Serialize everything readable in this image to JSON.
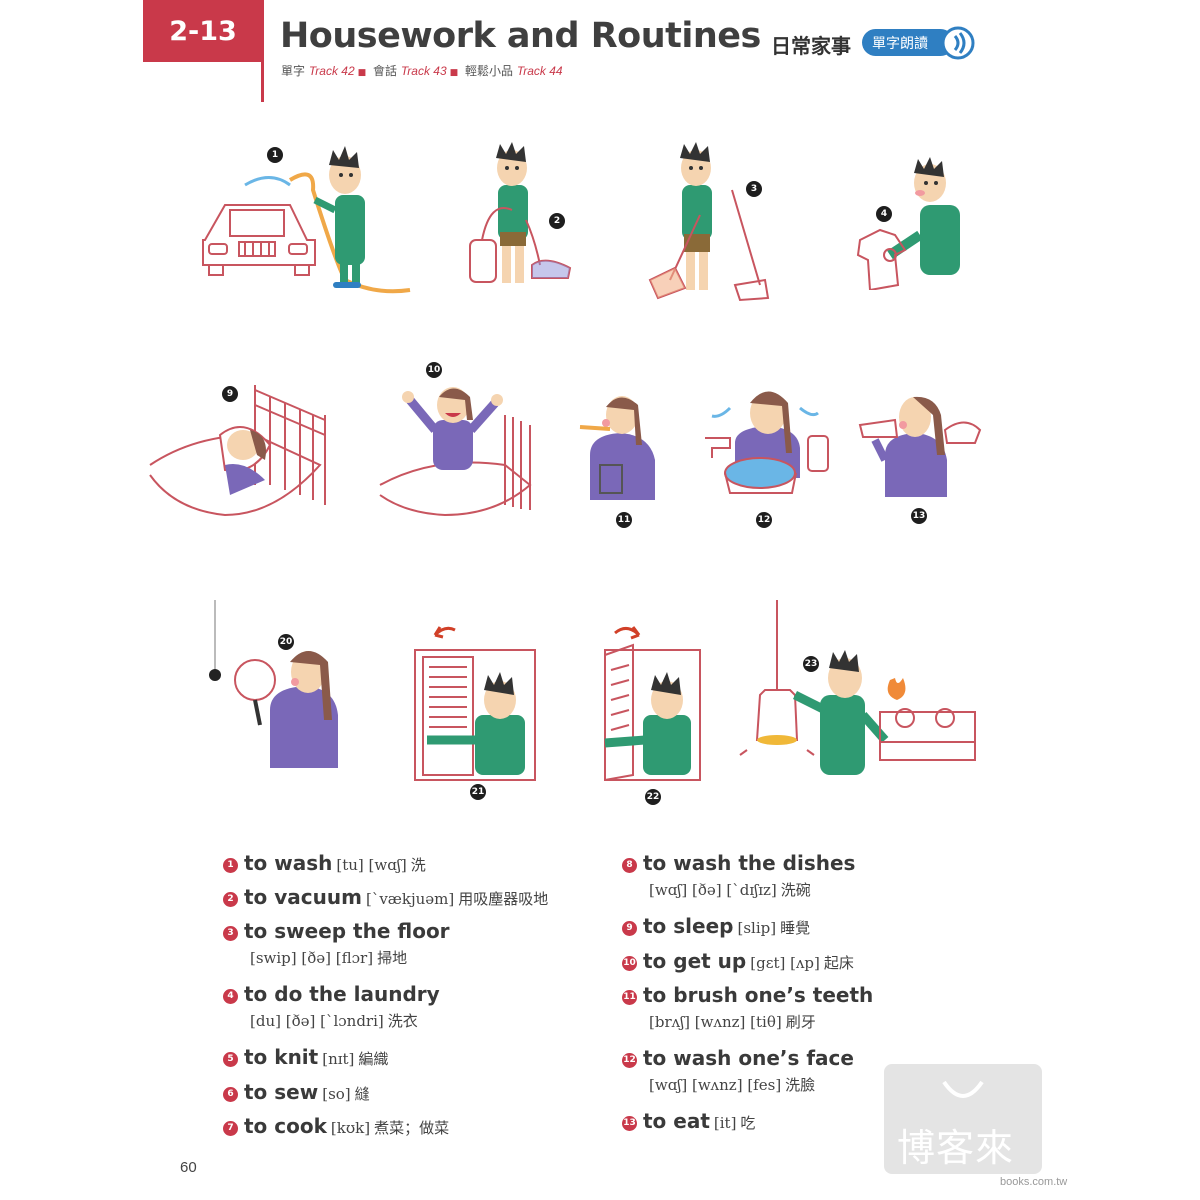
{
  "header": {
    "section_number": "2-13",
    "title": "Housework and Routines",
    "title_zh": "日常家事",
    "audio_label": "單字朗讀",
    "tracks": [
      {
        "label": "單字",
        "track": "Track 42"
      },
      {
        "label": "會話",
        "track": "Track 43"
      },
      {
        "label": "輕鬆小品",
        "track": "Track 44"
      }
    ]
  },
  "illustration_numbers": [
    "1",
    "2",
    "3",
    "4",
    "9",
    "10",
    "11",
    "12",
    "13",
    "20",
    "21",
    "22",
    "23"
  ],
  "vocabulary": {
    "left": [
      {
        "num": "1",
        "term": "to wash",
        "ipa": "[tu] [wɑʃ]",
        "zh": "洗"
      },
      {
        "num": "2",
        "term": "to vacuum",
        "ipa": "[ˋvækjuəm]",
        "zh": "用吸塵器吸地"
      },
      {
        "num": "3",
        "term": "to sweep the floor",
        "ipa": "[swip] [ðə] [flɔr]",
        "zh": "掃地"
      },
      {
        "num": "4",
        "term": "to do the laundry",
        "ipa": "[du] [ðə] [ˋlɔndri]",
        "zh": "洗衣"
      },
      {
        "num": "5",
        "term": "to knit",
        "ipa": "[nɪt]",
        "zh": "編織"
      },
      {
        "num": "6",
        "term": "to sew",
        "ipa": "[so]",
        "zh": "縫"
      },
      {
        "num": "7",
        "term": "to cook",
        "ipa": "[kʊk]",
        "zh": "煮菜；做菜"
      }
    ],
    "right": [
      {
        "num": "8",
        "term": "to wash the dishes",
        "ipa": "[wɑʃ] [ðə] [ˋdɪʃɪz]",
        "zh": "洗碗"
      },
      {
        "num": "9",
        "term": "to sleep",
        "ipa": "[slip]",
        "zh": "睡覺"
      },
      {
        "num": "10",
        "term": "to get up",
        "ipa": "[gɛt] [ʌp]",
        "zh": "起床"
      },
      {
        "num": "11",
        "term": "to brush one’s teeth",
        "ipa": "[brʌʃ] [wʌnz] [tiθ]",
        "zh": "刷牙"
      },
      {
        "num": "12",
        "term": "to wash one’s face",
        "ipa": "[wɑʃ] [wʌnz] [fes]",
        "zh": "洗臉"
      },
      {
        "num": "13",
        "term": "to eat",
        "ipa": "[it]",
        "zh": "吃"
      }
    ]
  },
  "page_number": "60",
  "watermark": {
    "text": "博客來",
    "url": "books.com.tw"
  },
  "colors": {
    "accent": "#c9394a",
    "audio_blue": "#2f7fc2",
    "shirt_green": "#2f9a72",
    "shirt_purple": "#7a68b8",
    "outline_red": "#c8555f"
  }
}
